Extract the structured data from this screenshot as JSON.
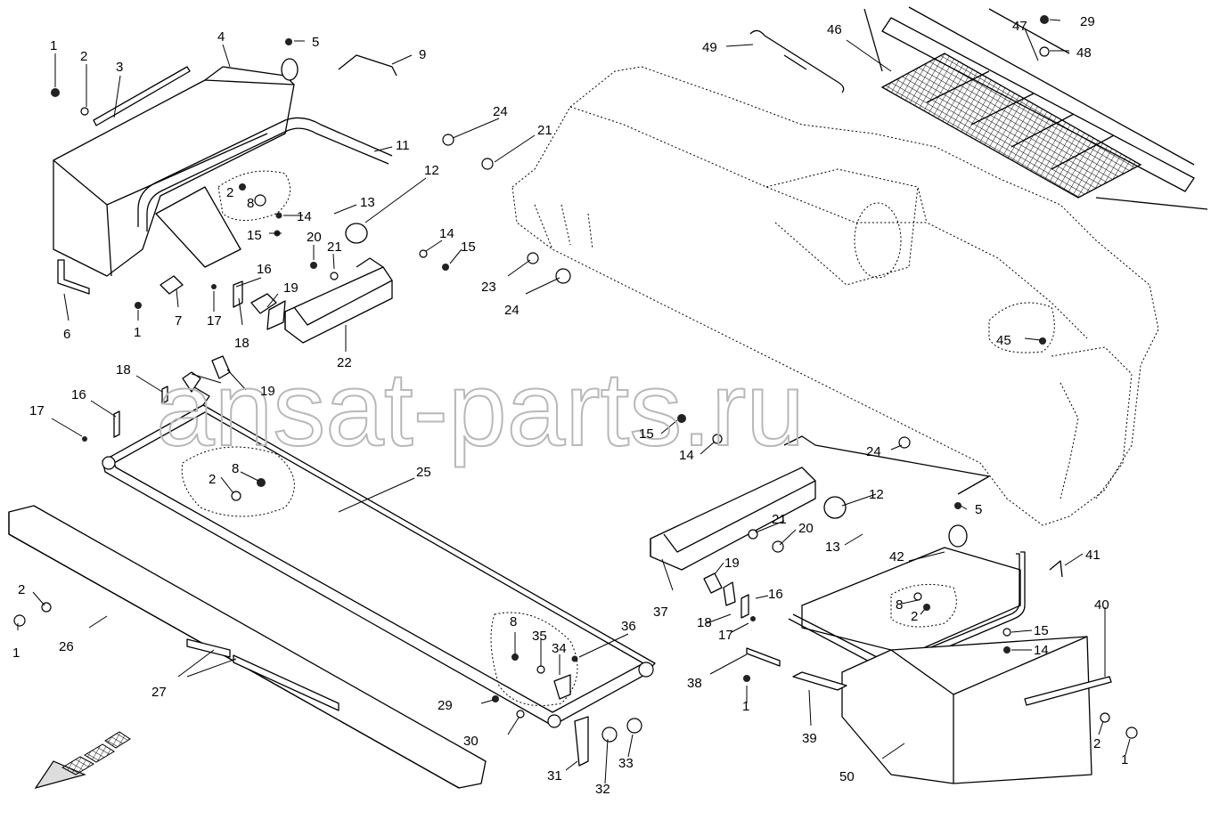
{
  "watermark": "ansat-parts.ru",
  "callouts": [
    {
      "id": "c1a",
      "label": "1"
    },
    {
      "id": "c2a",
      "label": "2"
    },
    {
      "id": "c3",
      "label": "3"
    },
    {
      "id": "c4",
      "label": "4"
    },
    {
      "id": "c5a",
      "label": "5"
    },
    {
      "id": "c9",
      "label": "9"
    },
    {
      "id": "c11",
      "label": "11"
    },
    {
      "id": "c12a",
      "label": "12"
    },
    {
      "id": "c13a",
      "label": "13"
    },
    {
      "id": "c14a",
      "label": "14"
    },
    {
      "id": "c15a",
      "label": "15"
    },
    {
      "id": "c2b",
      "label": "2"
    },
    {
      "id": "c8a",
      "label": "8"
    },
    {
      "id": "c24a",
      "label": "24"
    },
    {
      "id": "c21a",
      "label": "21"
    },
    {
      "id": "c20a",
      "label": "20"
    },
    {
      "id": "c21b",
      "label": "21"
    },
    {
      "id": "c14b",
      "label": "14"
    },
    {
      "id": "c15b",
      "label": "15"
    },
    {
      "id": "c16a",
      "label": "16"
    },
    {
      "id": "c19a",
      "label": "19"
    },
    {
      "id": "c6",
      "label": "6"
    },
    {
      "id": "c7",
      "label": "7"
    },
    {
      "id": "c1b",
      "label": "1"
    },
    {
      "id": "c17a",
      "label": "17"
    },
    {
      "id": "c18a",
      "label": "18"
    },
    {
      "id": "c22",
      "label": "22"
    },
    {
      "id": "c23",
      "label": "23"
    },
    {
      "id": "c24b",
      "label": "24"
    },
    {
      "id": "c49",
      "label": "49"
    },
    {
      "id": "c46",
      "label": "46"
    },
    {
      "id": "c47",
      "label": "47"
    },
    {
      "id": "c29a",
      "label": "29"
    },
    {
      "id": "c48",
      "label": "48"
    },
    {
      "id": "c45",
      "label": "45"
    },
    {
      "id": "c18b",
      "label": "18"
    },
    {
      "id": "c19b",
      "label": "19"
    },
    {
      "id": "c16b",
      "label": "16"
    },
    {
      "id": "c17b",
      "label": "17"
    },
    {
      "id": "c25",
      "label": "25"
    },
    {
      "id": "c8b",
      "label": "8"
    },
    {
      "id": "c2c",
      "label": "2"
    },
    {
      "id": "c2d",
      "label": "2"
    },
    {
      "id": "c1c",
      "label": "1"
    },
    {
      "id": "c26",
      "label": "26"
    },
    {
      "id": "c27",
      "label": "27"
    },
    {
      "id": "c15c",
      "label": "15"
    },
    {
      "id": "c14c",
      "label": "14"
    },
    {
      "id": "c24c",
      "label": "24"
    },
    {
      "id": "c12b",
      "label": "12"
    },
    {
      "id": "c5b",
      "label": "5"
    },
    {
      "id": "c21c",
      "label": "21"
    },
    {
      "id": "c20b",
      "label": "20"
    },
    {
      "id": "c13b",
      "label": "13"
    },
    {
      "id": "c42",
      "label": "42"
    },
    {
      "id": "c41",
      "label": "41"
    },
    {
      "id": "c19c",
      "label": "19"
    },
    {
      "id": "c16c",
      "label": "16"
    },
    {
      "id": "c37",
      "label": "37"
    },
    {
      "id": "c18c",
      "label": "18"
    },
    {
      "id": "c17c",
      "label": "17"
    },
    {
      "id": "c8c",
      "label": "8"
    },
    {
      "id": "c2e",
      "label": "2"
    },
    {
      "id": "c40",
      "label": "40"
    },
    {
      "id": "c15d",
      "label": "15"
    },
    {
      "id": "c14d",
      "label": "14"
    },
    {
      "id": "c38",
      "label": "38"
    },
    {
      "id": "c1d",
      "label": "1"
    },
    {
      "id": "c39",
      "label": "39"
    },
    {
      "id": "c2f",
      "label": "2"
    },
    {
      "id": "c1e",
      "label": "1"
    },
    {
      "id": "c50",
      "label": "50"
    },
    {
      "id": "c8d",
      "label": "8"
    },
    {
      "id": "c35",
      "label": "35"
    },
    {
      "id": "c34",
      "label": "34"
    },
    {
      "id": "c36",
      "label": "36"
    },
    {
      "id": "c29b",
      "label": "29"
    },
    {
      "id": "c30",
      "label": "30"
    },
    {
      "id": "c31",
      "label": "31"
    },
    {
      "id": "c32",
      "label": "32"
    },
    {
      "id": "c33",
      "label": "33"
    }
  ]
}
